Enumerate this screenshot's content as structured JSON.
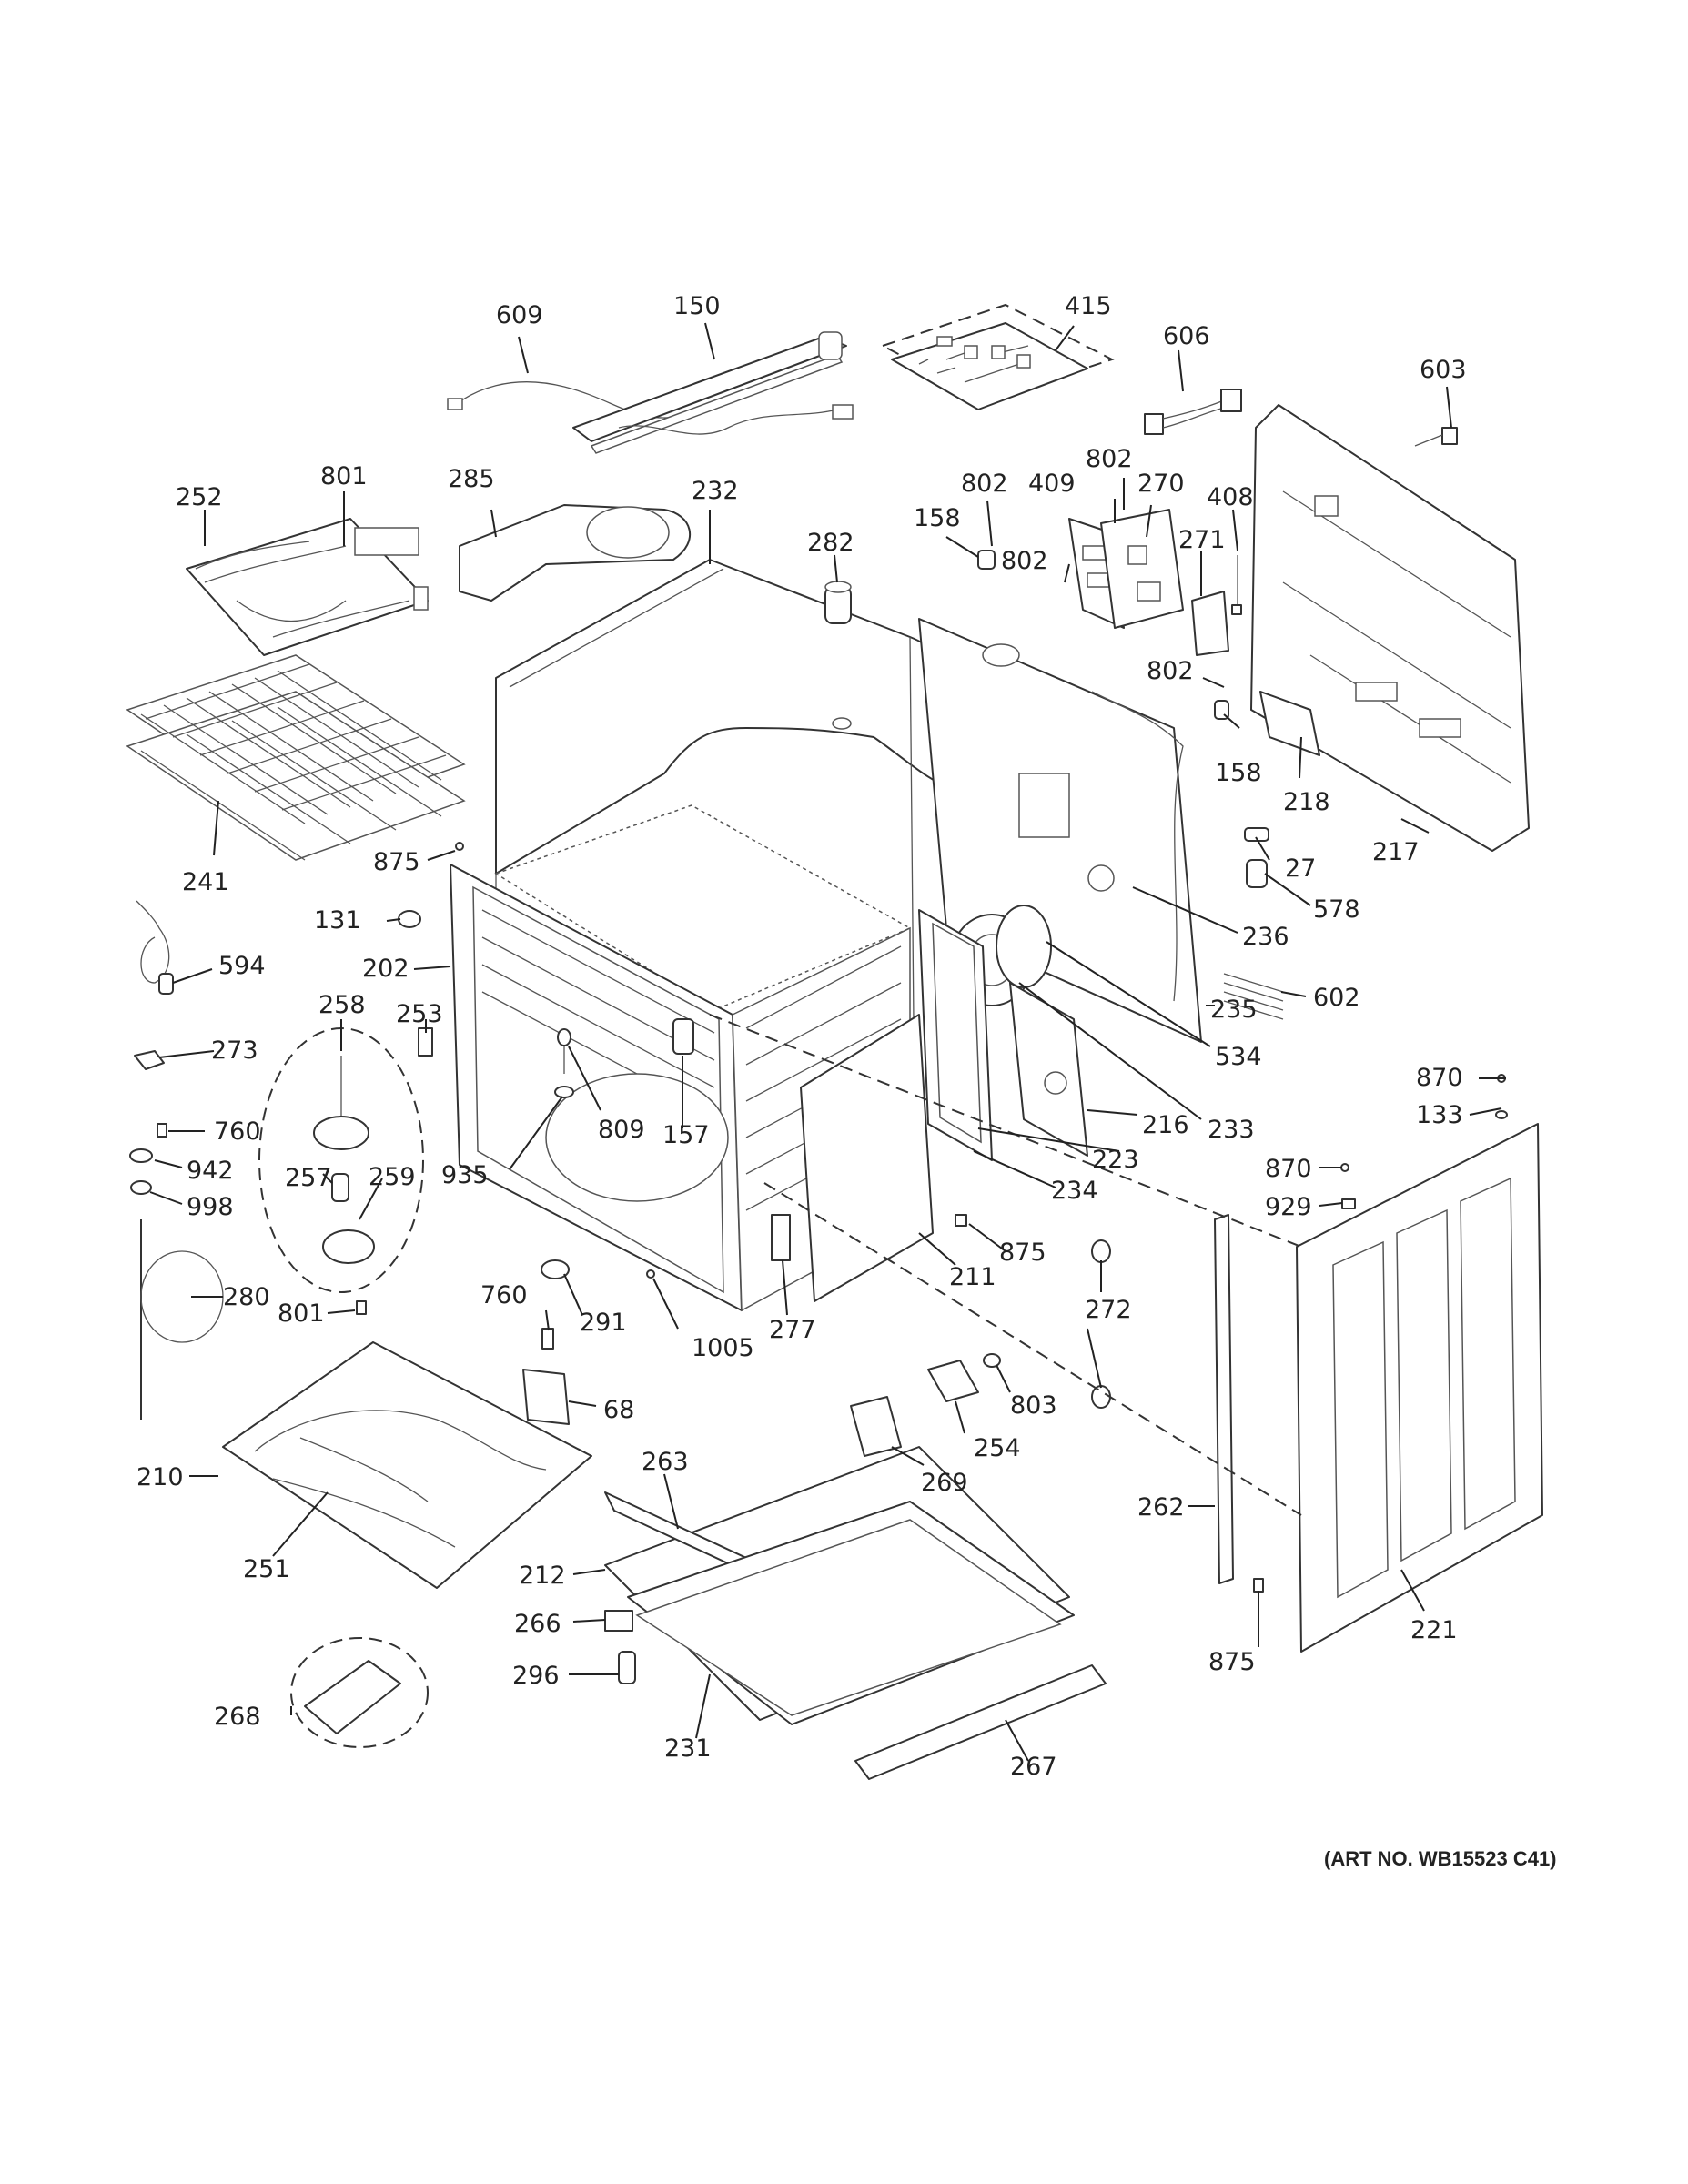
{
  "art_number": "(ART NO. WB15523 C41)",
  "labels": {
    "l609": "609",
    "l150": "150",
    "l415": "415",
    "l606": "606",
    "l603": "603",
    "l252": "252",
    "l801a": "801",
    "l285": "285",
    "l232": "232",
    "l802a": "802",
    "l409": "409",
    "l802b": "802",
    "l270": "270",
    "l408": "408",
    "l158a": "158",
    "l282": "282",
    "l802c": "802",
    "l271": "271",
    "l802d": "802",
    "l158b": "158",
    "l218": "218",
    "l217": "217",
    "l241": "241",
    "l875a": "875",
    "l27": "27",
    "l578": "578",
    "l131": "131",
    "l236": "236",
    "l594": "594",
    "l202": "202",
    "l602": "602",
    "l235": "235",
    "l258": "258",
    "l253": "253",
    "l534": "534",
    "l273": "273",
    "l809": "809",
    "l157": "157",
    "l216": "216",
    "l233": "233",
    "l870a": "870",
    "l760a": "760",
    "l223": "223",
    "l133": "133",
    "l257": "257",
    "l259": "259",
    "l942": "942",
    "l935": "935",
    "l234": "234",
    "l870b": "870",
    "l998": "998",
    "l929": "929",
    "l875b": "875",
    "l211": "211",
    "l760b": "760",
    "l280": "280",
    "l291": "291",
    "l272": "272",
    "l801b": "801",
    "l1005": "1005",
    "l277": "277",
    "l803": "803",
    "l68": "68",
    "l254": "254",
    "l269": "269",
    "l263": "263",
    "l210": "210",
    "l262": "262",
    "l251": "251",
    "l212": "212",
    "l266": "266",
    "l221": "221",
    "l875c": "875",
    "l296": "296",
    "l268": "268",
    "l231": "231",
    "l267": "267"
  }
}
